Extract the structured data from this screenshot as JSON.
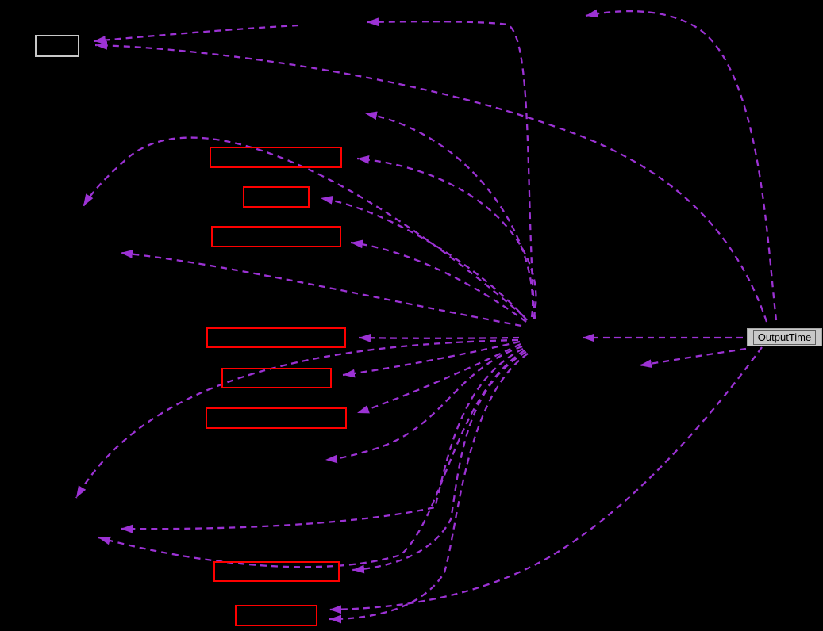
{
  "diagram": {
    "type": "dependency-graph",
    "gray_node": {
      "label": "OutputTime"
    },
    "red_node_count": 8,
    "colors": {
      "background": "#000000",
      "edge": "#9c32d4",
      "red_node_border": "#fe0000",
      "white_node_border": "#c8c8c8",
      "gray_node_fill": "#c9c9c9",
      "gray_node_border": "#5f5f5f",
      "gray_node_text": "#000000"
    }
  }
}
